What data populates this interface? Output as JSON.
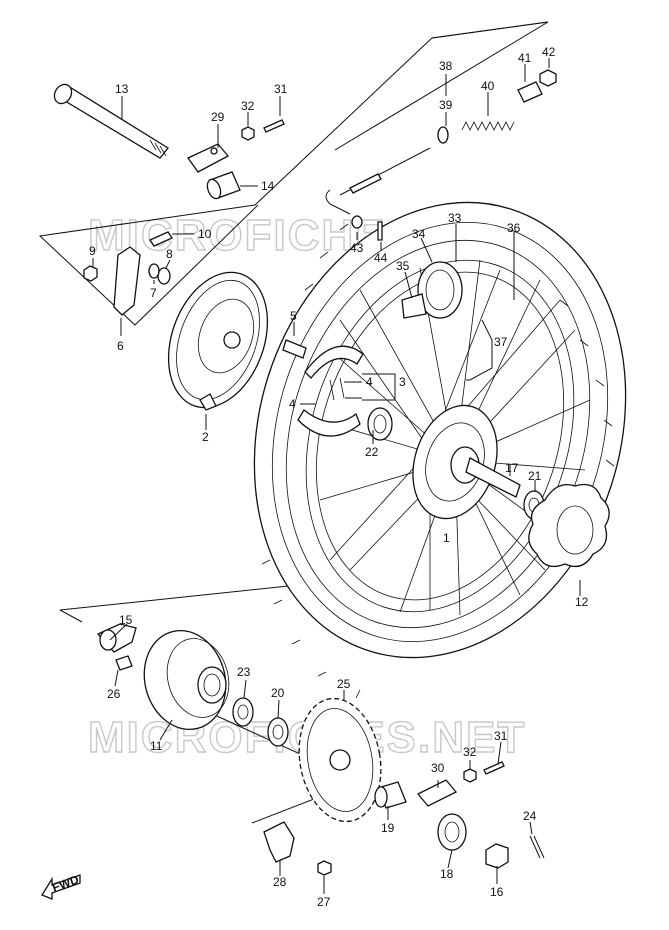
{
  "watermark": {
    "top": "MICROFICHES.NET",
    "bottom": "MICROFICHES.NET"
  },
  "fwd_label": "FWD",
  "labels": {
    "p1": "1",
    "p2": "2",
    "p3": "3",
    "p4a": "4",
    "p4b": "4",
    "p5": "5",
    "p6": "6",
    "p7": "7",
    "p8": "8",
    "p9": "9",
    "p10": "10",
    "p11": "11",
    "p12": "12",
    "p13": "13",
    "p14": "14",
    "p15": "15",
    "p16": "16",
    "p17": "17",
    "p18": "18",
    "p19": "19",
    "p20": "20",
    "p21": "21",
    "p22": "22",
    "p23": "23",
    "p24": "24",
    "p25": "25",
    "p26": "26",
    "p27": "27",
    "p28": "28",
    "p29": "29",
    "p30": "30",
    "p31a": "31",
    "p31b": "31",
    "p32a": "32",
    "p32b": "32",
    "p33": "33",
    "p34": "34",
    "p35": "35",
    "p36": "36",
    "p37": "37",
    "p38": "38",
    "p39": "39",
    "p40": "40",
    "p41": "41",
    "p42": "42",
    "p43": "43",
    "p44": "44"
  }
}
